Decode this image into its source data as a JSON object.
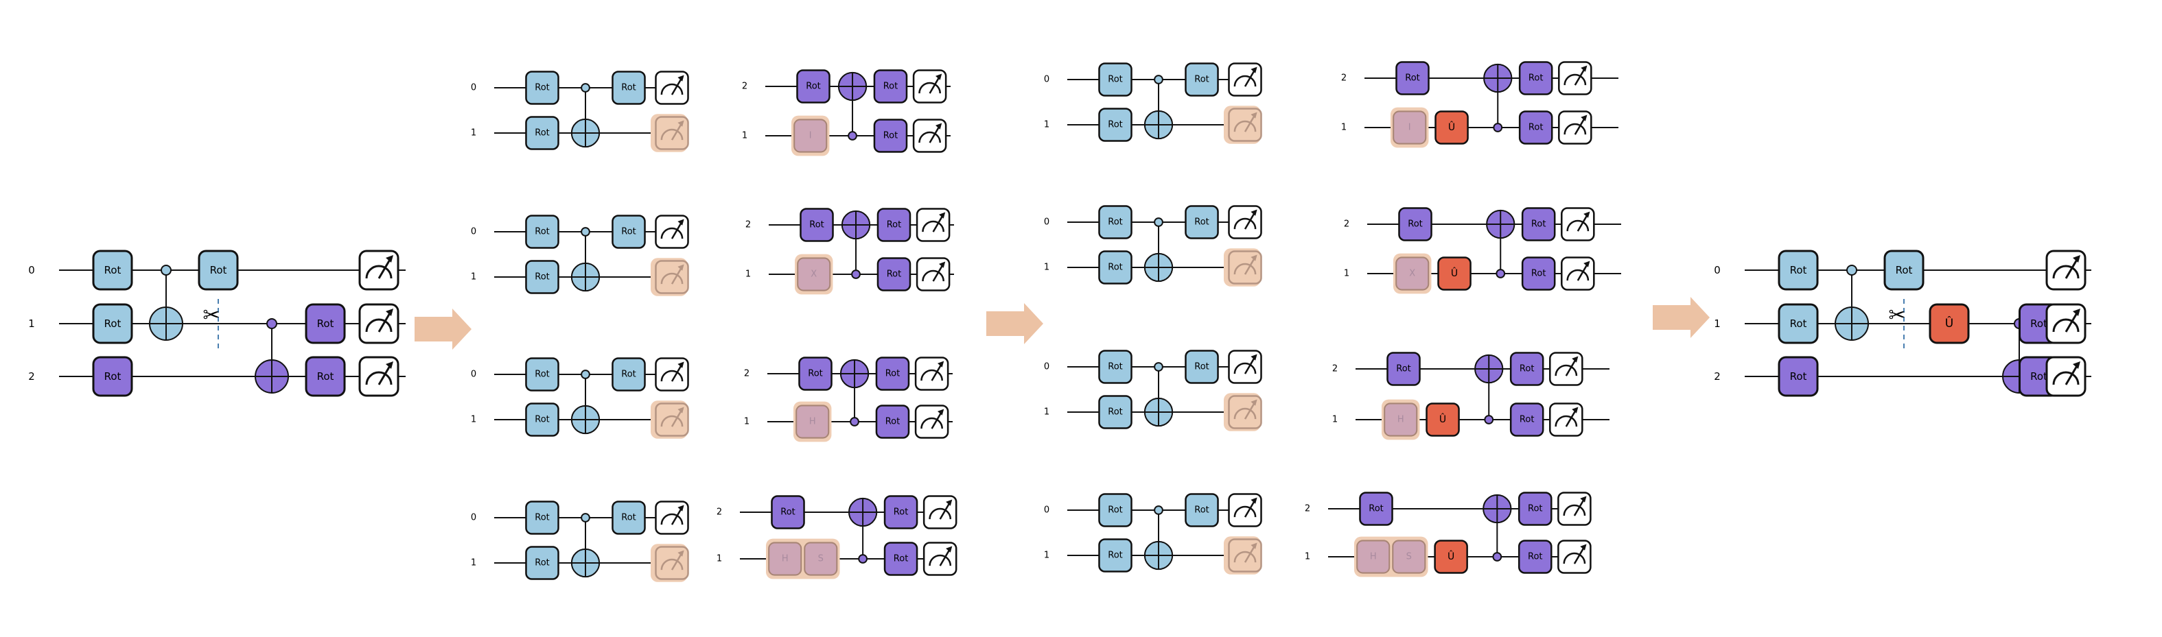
{
  "colors": {
    "rot_blue": "#9ecae1",
    "rot_purple": "#8e73d9",
    "u_red": "#e5654a",
    "highlight": "#efcdb4",
    "ghost_gate": "#cda6b6",
    "ghost_text": "#a88a9e",
    "cut_line": "#4a7fb0",
    "arrow": "#ecc2a4",
    "stroke": "#111111"
  },
  "icons": [
    "measure-icon",
    "scissors-icon",
    "arrow-right-icon"
  ],
  "labels": {
    "rot": "Rot",
    "u": "Û",
    "scissors": "✂",
    "wire0": "0",
    "wire1": "1",
    "wire2": "2",
    "prep_i": "I",
    "prep_x": "X",
    "prep_h": "H",
    "prep_s": "S"
  },
  "stages": [
    {
      "name": "original-circuit",
      "description": "3-qubit circuit with wire cut between qubit 0/1 segment"
    },
    {
      "name": "fragments",
      "description": "Circuit cut into two fragments: measurement-basis and preparation variants"
    },
    {
      "name": "fragments-with-unitary",
      "description": "Fragments with inserted Û gate"
    },
    {
      "name": "reconstructed-circuit",
      "description": "Circuit with inserted Û after cut"
    }
  ]
}
